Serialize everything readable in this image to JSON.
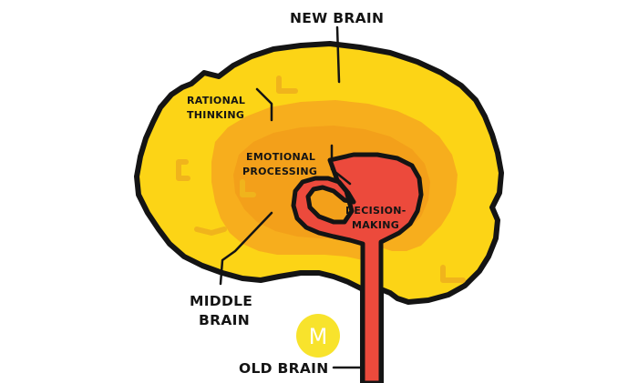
{
  "labels": {
    "new_brain": "NEW BRAIN",
    "rational_line1": "RATIONAL",
    "rational_line2": "THINKING",
    "emotional_line1": "EMOTIONAL",
    "emotional_line2": "PROCESSING",
    "decision_line1": "DECISION-",
    "decision_line2": "MAKING",
    "middle_line1": "MIDDLE",
    "middle_line2": "BRAIN",
    "old_brain": "OLD BRAIN"
  },
  "watermark": {
    "text": "M",
    "color": "#f8e32c"
  },
  "colors": {
    "outline": "#141414",
    "new_brain": "#fcd416",
    "middle_brain": "#f7ae1d",
    "middle_brain_inner": "#f3a01a",
    "old_brain": "#ec4a3c",
    "background": "#ffffff"
  }
}
